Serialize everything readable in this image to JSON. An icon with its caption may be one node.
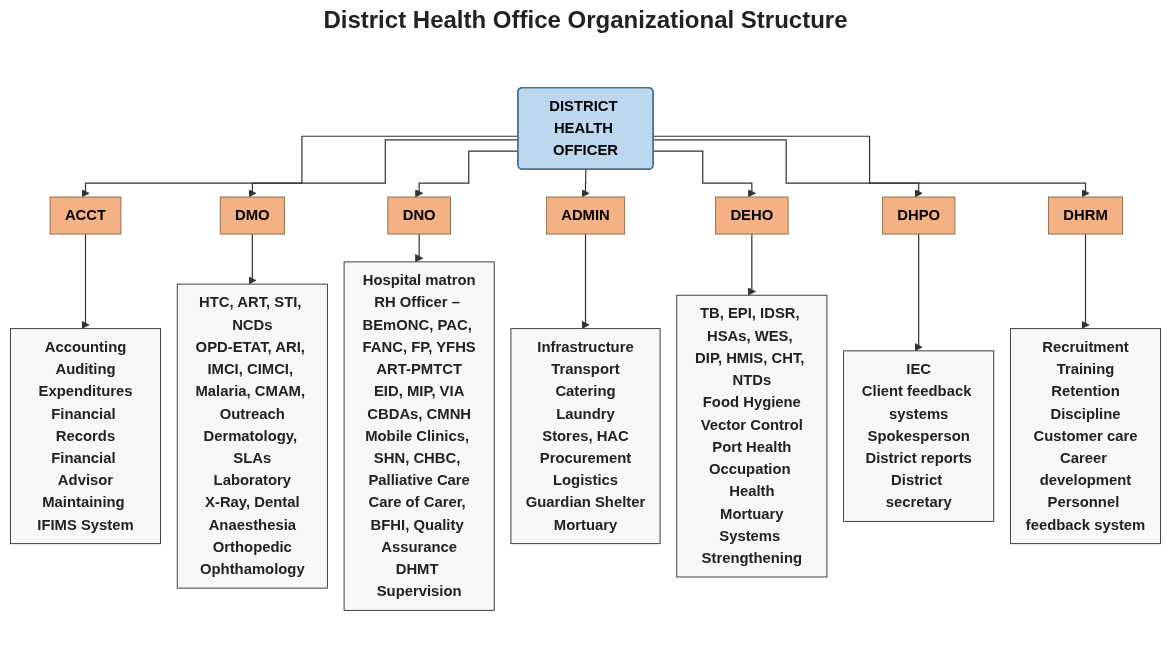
{
  "diagram": {
    "title": "District Health Office Organizational Structure",
    "nodes": [
      {
        "text": [
          "DISTRICT HEALTH OFFICER"
        ]
      },
      {
        "text": [
          "ACCT"
        ]
      },
      {
        "text": [
          "DMO"
        ]
      },
      {
        "text": [
          "DNO"
        ]
      },
      {
        "text": [
          "ADMIN"
        ]
      },
      {
        "text": [
          "DEHO"
        ]
      },
      {
        "text": [
          "DHPO"
        ]
      },
      {
        "text": [
          "DHRM"
        ]
      },
      {
        "text": [
          "Accounting",
          "Auditing",
          "Expenditures",
          "Financial Records",
          "Financial Advisor",
          "Maintaining IFIMS System"
        ]
      },
      {
        "text": [
          "HTC, ART, STI, NCDs",
          "OPD-ETAT, ARI, IMCI, CIMCI, Malaria, CMAM, Outreach",
          "Dermatology, SLAs",
          "Laboratory",
          "X-Ray, Dental",
          "Anaesthesia",
          "Orthopedic",
          "Ophthamology"
        ]
      },
      {
        "text": [
          "Hospital matron",
          "RH Officer – BEmONC, PAC, FANC, FP, YFHS",
          "ART-PMTCT",
          "EID, MIP, VIA",
          "CBDAs, CMNH",
          "Mobile Clinics, SHN, CHBC, Palliative Care",
          "Care of Carer, BFHI, Quality Assurance",
          "DHMT Supervision"
        ]
      },
      {
        "text": [
          "Infrastructure",
          "Transport",
          "Catering",
          "Laundry",
          "Stores, HAC",
          "Procurement",
          "Logistics",
          "Guardian Shelter",
          "Mortuary"
        ]
      },
      {
        "text": [
          "TB, EPI, IDSR, HSAs, WES, DIP, HMIS, CHT, NTDs",
          "Food Hygiene",
          "Vector Control",
          "Port Health",
          "Occupation Health",
          "Mortuary",
          "Systems Strengthening"
        ]
      },
      {
        "text": [
          "IEC",
          "Client feedback systems",
          "Spokesperson",
          "District reports",
          "District secretary"
        ]
      },
      {
        "text": [
          "Recruitment",
          "Training",
          "Retention",
          "Discipline",
          "Customer care",
          "Career development",
          "Personnel feedback system"
        ]
      }
    ],
    "edges": [
      {
        "from": 0,
        "to": 1,
        "arrow": "to"
      },
      {
        "from": 0,
        "to": 2,
        "arrow": "to"
      },
      {
        "from": 0,
        "to": 3,
        "arrow": "to"
      },
      {
        "from": 0,
        "to": 4,
        "arrow": "to"
      },
      {
        "from": 0,
        "to": 5,
        "arrow": "to"
      },
      {
        "from": 0,
        "to": 6,
        "arrow": "to"
      },
      {
        "from": 0,
        "to": 7,
        "arrow": "to"
      },
      {
        "from": 1,
        "to": 8,
        "arrow": "to"
      },
      {
        "from": 2,
        "to": 9,
        "arrow": "to"
      },
      {
        "from": 3,
        "to": 10,
        "arrow": "to"
      },
      {
        "from": 4,
        "to": 11,
        "arrow": "to"
      },
      {
        "from": 5,
        "to": 12,
        "arrow": "to"
      },
      {
        "from": 6,
        "to": 13,
        "arrow": "to"
      },
      {
        "from": 7,
        "to": 14,
        "arrow": "to"
      }
    ]
  }
}
